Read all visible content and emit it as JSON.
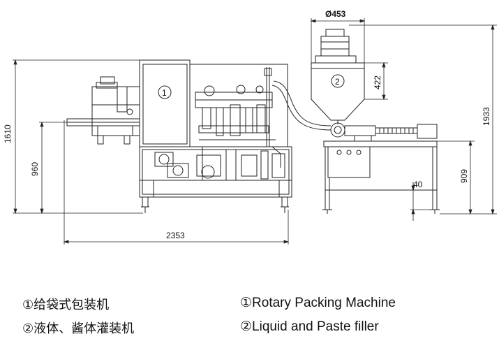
{
  "dimensions": {
    "width_total": "2353",
    "height_machine": "1610",
    "height_table": "960",
    "height_filler": "1933",
    "height_filler_table": "909",
    "hopper_height": "422",
    "hopper_diameter": "Ø453",
    "foot_height": "40"
  },
  "markers": {
    "machine_1": "1",
    "machine_2": "2"
  },
  "legend": {
    "cn_1": "①给袋式包装机",
    "cn_2": "②液体、酱体灌装机",
    "en_1": "①Rotary Packing Machine",
    "en_2": "②Liquid and Paste filler"
  }
}
